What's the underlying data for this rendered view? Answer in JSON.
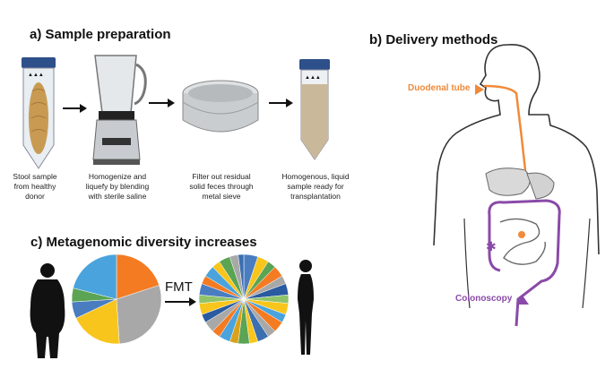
{
  "panel_a": {
    "title": "a) Sample preparation",
    "steps": [
      {
        "caption": "Stool sample\nfrom healthy\ndonor"
      },
      {
        "caption": "Homogenize and\nliquefy by blending\nwith sterile saline"
      },
      {
        "caption": "Filter out residual\nsolid feces through\nmetal sieve"
      },
      {
        "caption": "Homogenous, liquid\nsample ready for\ntransplantation"
      }
    ]
  },
  "panel_b": {
    "title": "b) Delivery methods",
    "duodenal_label": "Duodenal tube",
    "colonoscopy_label": "Colonoscopy",
    "colors": {
      "duodenal": "#f08a3a",
      "colonoscopy": "#8a4aa8"
    }
  },
  "panel_c": {
    "title": "c) Metagenomic diversity increases",
    "fmt_label": "FMT",
    "before_slices": [
      {
        "value": 20,
        "color": "#f47b22"
      },
      {
        "value": 29,
        "color": "#a8a8a8"
      },
      {
        "value": 19,
        "color": "#f8c51c"
      },
      {
        "value": 6,
        "color": "#4a7cc0"
      },
      {
        "value": 5,
        "color": "#5aa454"
      },
      {
        "value": 21,
        "color": "#4aa3dc"
      }
    ],
    "after_slices": [
      {
        "value": 5,
        "color": "#4a7cc0"
      },
      {
        "value": 4,
        "color": "#f8c51c"
      },
      {
        "value": 3,
        "color": "#5aa454"
      },
      {
        "value": 4,
        "color": "#f47b22"
      },
      {
        "value": 3,
        "color": "#a8a8a8"
      },
      {
        "value": 4,
        "color": "#2a5aa0"
      },
      {
        "value": 3,
        "color": "#8fc46a"
      },
      {
        "value": 4,
        "color": "#f8c51c"
      },
      {
        "value": 3,
        "color": "#4aa3dc"
      },
      {
        "value": 4,
        "color": "#f47b22"
      },
      {
        "value": 3,
        "color": "#a8a8a8"
      },
      {
        "value": 4,
        "color": "#3b6fb0"
      },
      {
        "value": 3,
        "color": "#f8c51c"
      },
      {
        "value": 4,
        "color": "#5aa454"
      },
      {
        "value": 3,
        "color": "#d9a21b"
      },
      {
        "value": 4,
        "color": "#4aa3dc"
      },
      {
        "value": 3,
        "color": "#f47b22"
      },
      {
        "value": 4,
        "color": "#a8a8a8"
      },
      {
        "value": 3,
        "color": "#2a5aa0"
      },
      {
        "value": 4,
        "color": "#f8c51c"
      },
      {
        "value": 3,
        "color": "#8fc46a"
      },
      {
        "value": 4,
        "color": "#4a7cc0"
      },
      {
        "value": 3,
        "color": "#f47b22"
      },
      {
        "value": 4,
        "color": "#4aa3dc"
      },
      {
        "value": 3,
        "color": "#f8c51c"
      },
      {
        "value": 4,
        "color": "#5aa454"
      },
      {
        "value": 3,
        "color": "#a8a8a8"
      },
      {
        "value": 2,
        "color": "#3b6fb0"
      }
    ]
  }
}
